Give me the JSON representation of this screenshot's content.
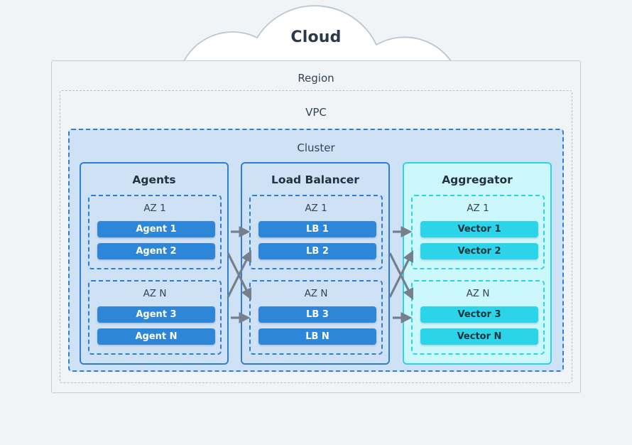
{
  "cloud": {
    "title": "Cloud"
  },
  "containers": {
    "region": "Region",
    "vpc": "VPC",
    "cluster": "Cluster"
  },
  "columns": [
    {
      "id": "agents",
      "title": "Agents",
      "accent": "#2f7fd1",
      "fill": "#cfe1f5",
      "node_color": "#2e86d8",
      "zones": [
        {
          "label": "AZ 1",
          "nodes": [
            "Agent 1",
            "Agent 2"
          ]
        },
        {
          "label": "AZ N",
          "nodes": [
            "Agent 3",
            "Agent N"
          ]
        }
      ]
    },
    {
      "id": "load-balancer",
      "title": "Load Balancer",
      "accent": "#2f7fd1",
      "fill": "#cfe1f5",
      "node_color": "#2e86d8",
      "zones": [
        {
          "label": "AZ 1",
          "nodes": [
            "LB 1",
            "LB 2"
          ]
        },
        {
          "label": "AZ N",
          "nodes": [
            "LB 3",
            "LB N"
          ]
        }
      ]
    },
    {
      "id": "aggregator",
      "title": "Aggregator",
      "accent": "#2bd4e8",
      "fill": "#ccf7fb",
      "node_color": "#2bd4e8",
      "zones": [
        {
          "label": "AZ 1",
          "nodes": [
            "Vector 1",
            "Vector 2"
          ]
        },
        {
          "label": "AZ N",
          "nodes": [
            "Vector 3",
            "Vector N"
          ]
        }
      ]
    }
  ],
  "colors": {
    "page_background": "#f0f4f7",
    "cloud_fill": "#ffffff",
    "cloud_stroke": "#b9c7d2",
    "region_stroke": "#c3ccd4",
    "vpc_stroke": "#b6c0ca",
    "cluster_stroke": "#2f7fd1",
    "arrow": "#75808c",
    "text_dark": "#2b3a4a"
  },
  "connections": {
    "description": "Agents to Load Balancer and Load Balancer to Aggregator, each with same-AZ direct links plus cross-AZ links",
    "groups": [
      {
        "from": "agents",
        "to": "load-balancer"
      },
      {
        "from": "load-balancer",
        "to": "aggregator"
      }
    ]
  }
}
